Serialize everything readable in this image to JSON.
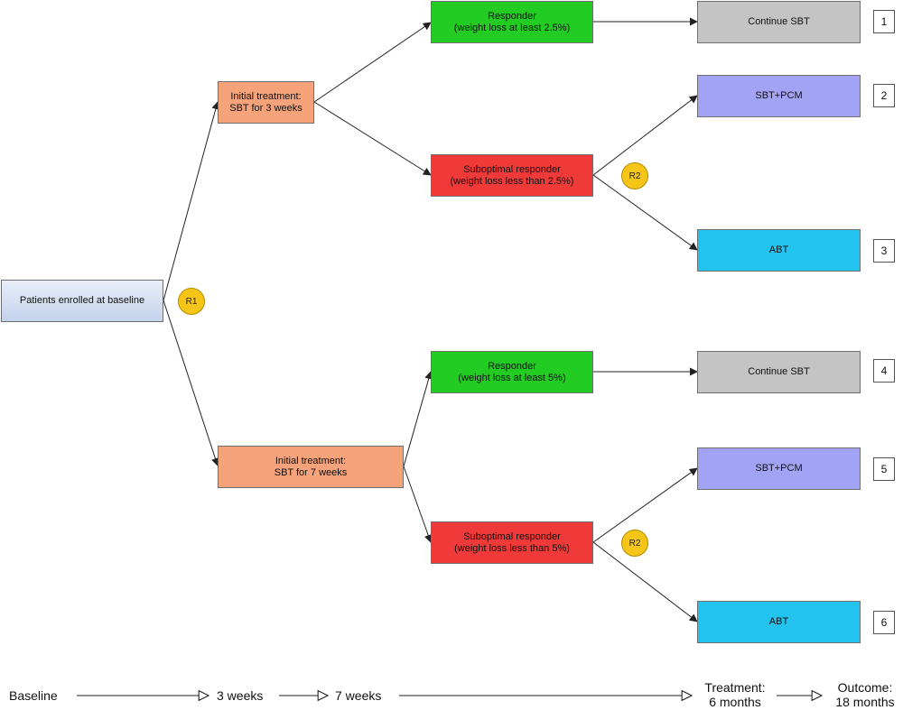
{
  "colors": {
    "baseline": "#cfdcef",
    "initial": "#f6a27a",
    "responder": "#22cc22",
    "suboptimal": "#f03a3a",
    "continue": "#c4c4c4",
    "sbt_pcm": "#a3a3f6",
    "abt": "#22c3ee",
    "randomization": "#f5c518"
  },
  "start": {
    "label": "Patients enrolled at baseline"
  },
  "randomization": {
    "r1": "R1",
    "r2_top": "R2",
    "r2_bottom": "R2"
  },
  "top_arm": {
    "initial": {
      "line1": "Initial treatment:",
      "line2": "SBT for 3 weeks"
    },
    "responder": {
      "line1": "Responder",
      "line2": "(weight loss at least 2.5%)"
    },
    "suboptimal": {
      "line1": "Suboptimal responder",
      "line2": "(weight loss less than 2.5%)"
    },
    "outcomes": [
      {
        "label": "Continue SBT",
        "number": "1"
      },
      {
        "label": "SBT+PCM",
        "number": "2"
      },
      {
        "label": "ABT",
        "number": "3"
      }
    ]
  },
  "bottom_arm": {
    "initial": {
      "line1": "Initial treatment:",
      "line2": "SBT for 7 weeks"
    },
    "responder": {
      "line1": "Responder",
      "line2": "(weight loss at least 5%)"
    },
    "suboptimal": {
      "line1": "Suboptimal responder",
      "line2": "(weight loss less than 5%)"
    },
    "outcomes": [
      {
        "label": "Continue SBT",
        "number": "4"
      },
      {
        "label": "SBT+PCM",
        "number": "5"
      },
      {
        "label": "ABT",
        "number": "6"
      }
    ]
  },
  "timeline": {
    "baseline": "Baseline",
    "week3": "3 weeks",
    "week7": "7 weeks",
    "treatment_line1": "Treatment:",
    "treatment_line2": "6 months",
    "outcome_line1": "Outcome:",
    "outcome_line2": "18 months"
  }
}
